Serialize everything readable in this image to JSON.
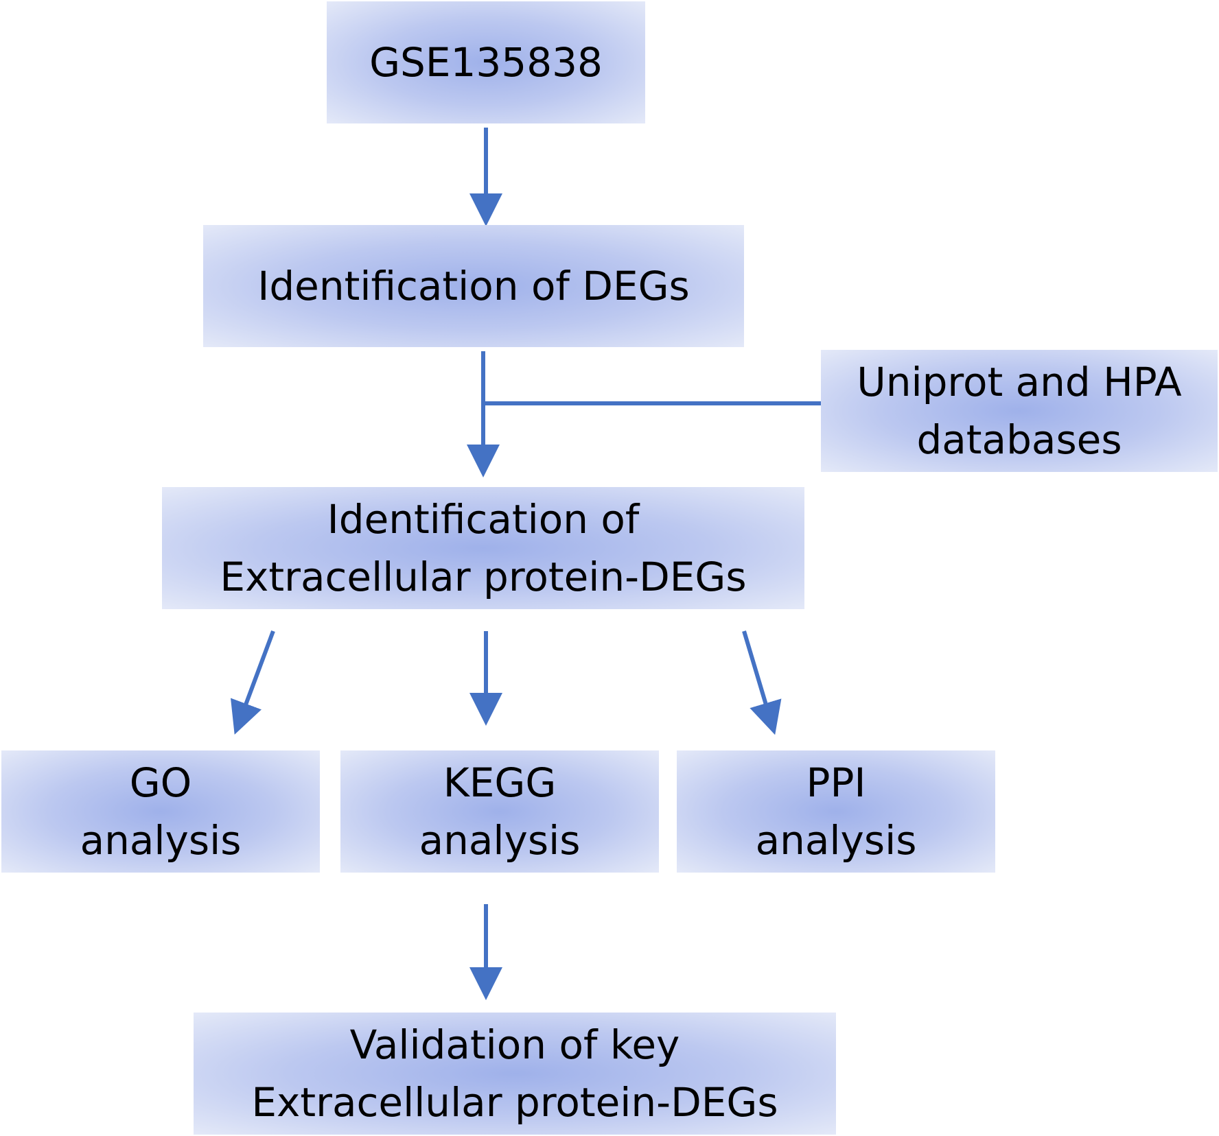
{
  "nodes": {
    "gse": {
      "lines": [
        "GSE135838"
      ]
    },
    "degs": {
      "lines": [
        "Identification of DEGs"
      ]
    },
    "databases": {
      "lines": [
        "Uniprot and HPA",
        "databases"
      ]
    },
    "extracellular": {
      "lines": [
        "Identification of",
        "Extracellular protein-DEGs"
      ]
    },
    "go": {
      "lines": [
        "GO",
        "analysis"
      ]
    },
    "kegg": {
      "lines": [
        "KEGG",
        "analysis"
      ]
    },
    "ppi": {
      "lines": [
        "PPI",
        "analysis"
      ]
    },
    "validation": {
      "lines": [
        "Validation of key",
        "Extracellular protein-DEGs"
      ]
    }
  },
  "colors": {
    "arrow": "#4472c4",
    "box_center": "#9fb1ea",
    "box_edge": "#e4e9f8"
  }
}
